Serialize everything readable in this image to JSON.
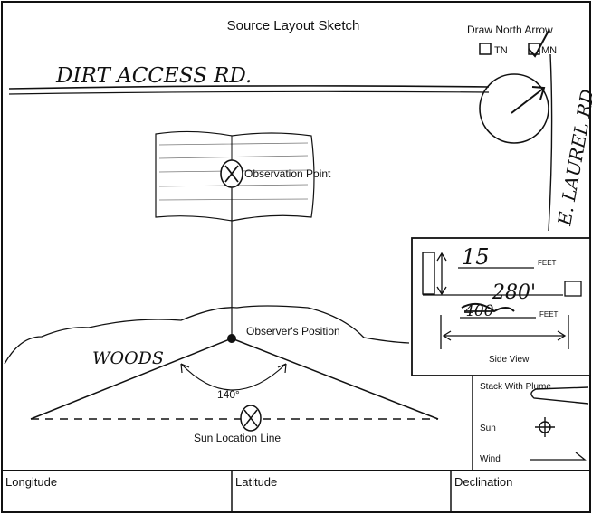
{
  "form": {
    "title": "Source Layout Sketch",
    "north_arrow": {
      "label": "Draw North Arrow",
      "tn_label": "TN",
      "mn_label": "MN",
      "mn_checked": true
    }
  },
  "sketch": {
    "road_top": "DIRT ACCESS RD.",
    "road_right": "E. LAUREL RD.",
    "observation_point": "Observation Point",
    "observer_position": "Observer's Position",
    "woods": "WOODS",
    "angle": "140°",
    "sun_location_line": "Sun Location Line"
  },
  "side_view": {
    "height_value": "15",
    "height_unit": "FEET",
    "distance_struck": "400",
    "distance_value": "280'",
    "distance_unit": "FEET",
    "caption": "Side View"
  },
  "legend": {
    "stack_label": "Stack With Plume",
    "sun_label": "Sun",
    "wind_label": "Wind"
  },
  "footer": {
    "longitude_label": "Longitude",
    "latitude_label": "Latitude",
    "declination_label": "Declination"
  }
}
